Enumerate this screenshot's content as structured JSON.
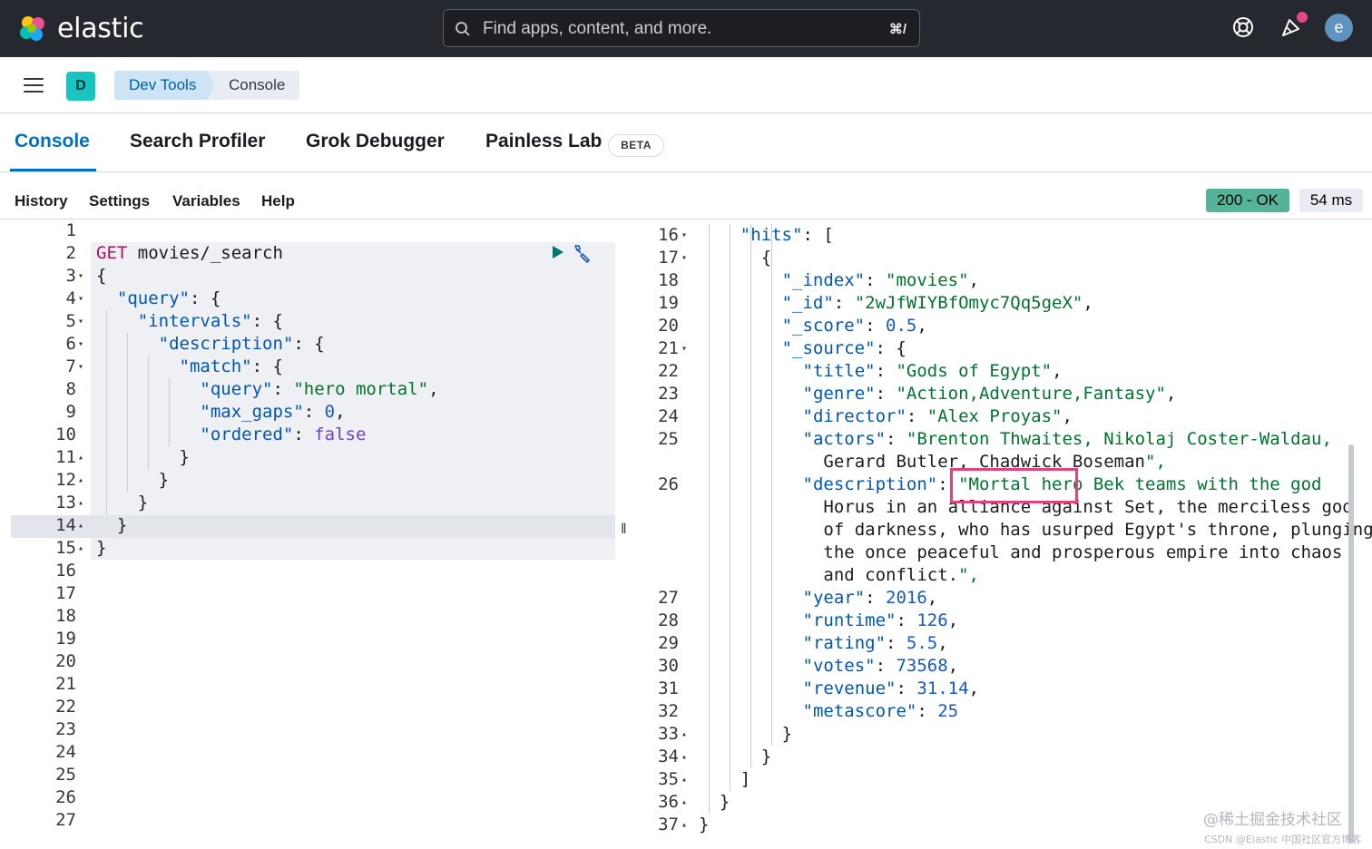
{
  "header": {
    "brand": "elastic",
    "search_placeholder": "Find apps, content, and more.",
    "search_shortcut": "⌘/",
    "avatar_letter": "e",
    "icons": [
      "elastic-logo-icon",
      "search-icon",
      "help-icon",
      "newsfeed-icon"
    ]
  },
  "breadcrumb": {
    "space_letter": "D",
    "items": [
      "Dev Tools",
      "Console"
    ]
  },
  "tabs": [
    {
      "label": "Console",
      "active": true
    },
    {
      "label": "Search Profiler"
    },
    {
      "label": "Grok Debugger"
    },
    {
      "label": "Painless Lab"
    }
  ],
  "beta_label": "BETA",
  "subnav": [
    "History",
    "Settings",
    "Variables",
    "Help"
  ],
  "status": {
    "code": "200 - OK",
    "time": "54 ms"
  },
  "request": {
    "lines": [
      {
        "n": "1",
        "text": ""
      },
      {
        "n": "2",
        "text": "GET movies/_search"
      },
      {
        "n": "3",
        "text": "{"
      },
      {
        "n": "4",
        "text": "  \"query\": {"
      },
      {
        "n": "5",
        "text": "    \"intervals\": {"
      },
      {
        "n": "6",
        "text": "      \"description\": {"
      },
      {
        "n": "7",
        "text": "        \"match\": {"
      },
      {
        "n": "8",
        "text": "          \"query\": \"hero mortal\","
      },
      {
        "n": "9",
        "text": "          \"max_gaps\": 0,"
      },
      {
        "n": "10",
        "text": "          \"ordered\": false"
      },
      {
        "n": "11",
        "text": "        }"
      },
      {
        "n": "12",
        "text": "      }"
      },
      {
        "n": "13",
        "text": "    }"
      },
      {
        "n": "14",
        "text": "  }"
      },
      {
        "n": "15",
        "text": "}"
      },
      {
        "n": "16",
        "text": ""
      },
      {
        "n": "17",
        "text": ""
      },
      {
        "n": "18",
        "text": ""
      },
      {
        "n": "19",
        "text": ""
      },
      {
        "n": "20",
        "text": ""
      },
      {
        "n": "21",
        "text": ""
      },
      {
        "n": "22",
        "text": ""
      },
      {
        "n": "23",
        "text": ""
      },
      {
        "n": "24",
        "text": ""
      },
      {
        "n": "25",
        "text": ""
      },
      {
        "n": "26",
        "text": ""
      },
      {
        "n": "27",
        "text": ""
      }
    ]
  },
  "response": {
    "lines": [
      {
        "n": "16",
        "text": "\"hits\": ["
      },
      {
        "n": "17",
        "text": "{"
      },
      {
        "n": "18",
        "text": "\"_index\": \"movies\","
      },
      {
        "n": "19",
        "text": "\"_id\": \"2wJfWIYBfOmyc7Qq5geX\","
      },
      {
        "n": "20",
        "text": "\"_score\": 0.5,"
      },
      {
        "n": "21",
        "text": "\"_source\": {"
      },
      {
        "n": "22",
        "text": "\"title\": \"Gods of Egypt\","
      },
      {
        "n": "23",
        "text": "\"genre\": \"Action,Adventure,Fantasy\","
      },
      {
        "n": "24",
        "text": "\"director\": \"Alex Proyas\","
      },
      {
        "n": "25",
        "text": "\"actors\": \"Brenton Thwaites, Nikolaj Coster-Waldau,"
      },
      {
        "n": "",
        "text": "Gerard Butler, Chadwick Boseman\","
      },
      {
        "n": "26",
        "text": "\"description\": \"Mortal hero Bek teams with the god"
      },
      {
        "n": "",
        "text": "Horus in an alliance against Set, the merciless god"
      },
      {
        "n": "",
        "text": "of darkness, who has usurped Egypt's throne, plunging"
      },
      {
        "n": "",
        "text": "the once peaceful and prosperous empire into chaos"
      },
      {
        "n": "",
        "text": "and conflict.\","
      },
      {
        "n": "27",
        "text": "\"year\": 2016,"
      },
      {
        "n": "28",
        "text": "\"runtime\": 126,"
      },
      {
        "n": "29",
        "text": "\"rating\": 5.5,"
      },
      {
        "n": "30",
        "text": "\"votes\": 73568,"
      },
      {
        "n": "31",
        "text": "\"revenue\": 31.14,"
      },
      {
        "n": "32",
        "text": "\"metascore\": 25"
      },
      {
        "n": "33",
        "text": "}"
      },
      {
        "n": "34",
        "text": "}"
      },
      {
        "n": "35",
        "text": "]"
      },
      {
        "n": "36",
        "text": "}"
      },
      {
        "n": "37",
        "text": "}"
      }
    ]
  },
  "highlighted_text": "Mortal hero",
  "watermark": {
    "line1": "@稀土掘金技术社区",
    "line2": "CSDN @Elastic 中国社区官方博客"
  },
  "colors": {
    "header_bg": "#25282f",
    "accent": "#0071c2",
    "status_ok": "#54b399",
    "highlight_box": "#e0447d"
  }
}
